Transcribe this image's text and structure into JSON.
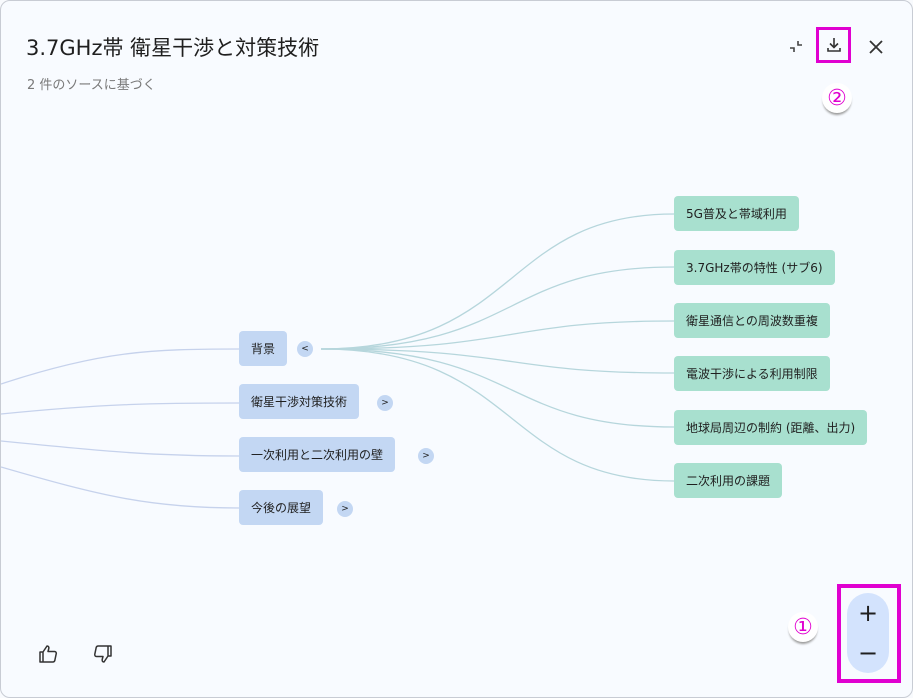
{
  "header": {
    "title": "3.7GHz帯 衛星干渉と対策技術",
    "subtitle": "2 件のソースに基づく"
  },
  "toolbar": {
    "collapse_icon": "collapse-icon",
    "download_icon": "download-icon",
    "close_icon": "close-icon"
  },
  "annotations": {
    "marker_download": "②",
    "marker_zoom": "①",
    "highlight_color": "#e000d0"
  },
  "zoom": {
    "in_label": "+",
    "out_label": "−"
  },
  "feedback": {
    "up_icon": "thumbs-up-icon",
    "down_icon": "thumbs-down-icon"
  },
  "mindmap": {
    "branches": [
      {
        "label": "背景",
        "toggle": "<",
        "expanded": true
      },
      {
        "label": "衛星干渉対策技術",
        "toggle": ">",
        "expanded": false
      },
      {
        "label": "一次利用と二次利用の壁",
        "toggle": ">",
        "expanded": false
      },
      {
        "label": "今後の展望",
        "toggle": ">",
        "expanded": false
      }
    ],
    "leaves": [
      "5G普及と帯域利用",
      "3.7GHz帯の特性 (サブ6)",
      "衛星通信との周波数重複",
      "電波干渉による利用制限",
      "地球局周辺の制約 (距離、出力)",
      "二次利用の課題"
    ],
    "colors": {
      "branch": "#c3d7f3",
      "leaf": "#a8e0cf",
      "link_left": "#c6d2ec",
      "link_right": "#b6d6dc"
    }
  }
}
